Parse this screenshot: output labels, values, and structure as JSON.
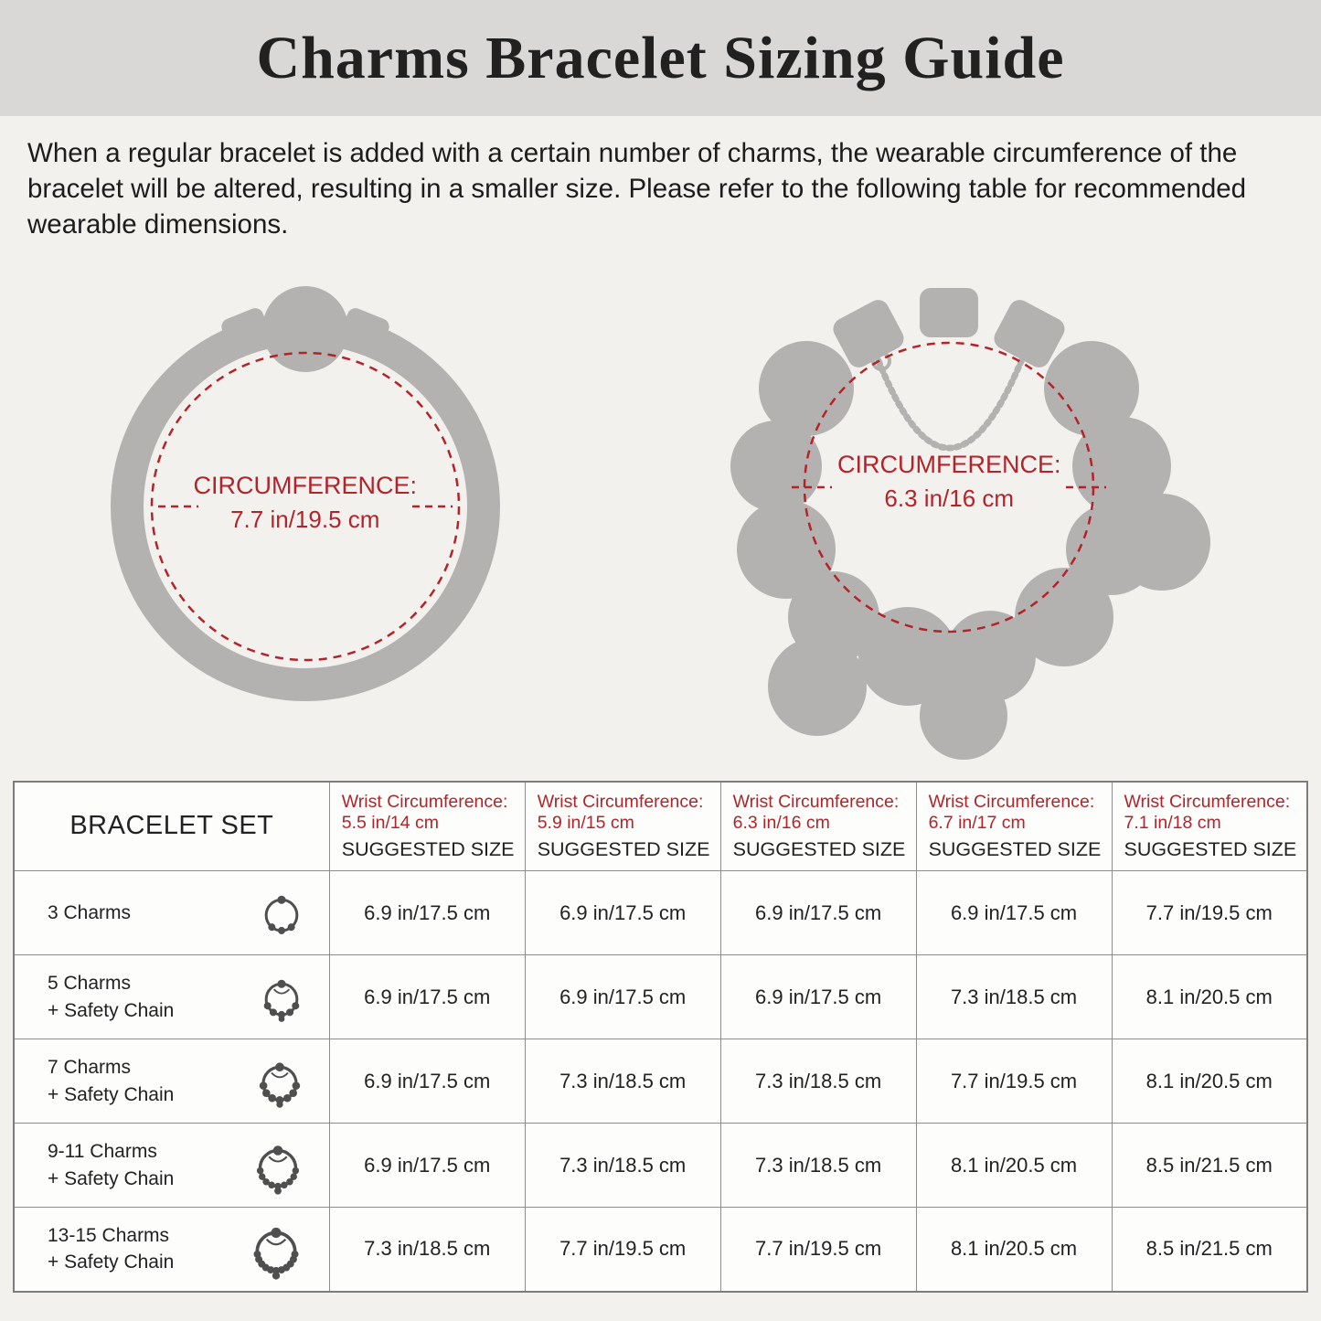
{
  "banner": {
    "title": "Charms Bracelet Sizing Guide"
  },
  "intro": {
    "text": "When a regular bracelet is added with a certain number of charms, the wearable circumference of the bracelet will be altered, resulting in a smaller size. Please refer to the following table for recommended wearable dimensions."
  },
  "diagrams": {
    "plain": {
      "label": "CIRCUMFERENCE:",
      "value": "7.7 in/19.5 cm"
    },
    "charm": {
      "label": "CIRCUMFERENCE:",
      "value": "6.3 in/16 cm"
    }
  },
  "table": {
    "set_header": "BRACELET SET",
    "suggested_label": "SUGGESTED SIZE",
    "columns": [
      {
        "wrist_line1": "Wrist Circumference:",
        "wrist_line2": "5.5 in/14 cm"
      },
      {
        "wrist_line1": "Wrist Circumference:",
        "wrist_line2": "5.9 in/15 cm"
      },
      {
        "wrist_line1": "Wrist Circumference:",
        "wrist_line2": "6.3 in/16 cm"
      },
      {
        "wrist_line1": "Wrist Circumference:",
        "wrist_line2": "6.7 in/17 cm"
      },
      {
        "wrist_line1": "Wrist Circumference:",
        "wrist_line2": "7.1 in/18 cm"
      }
    ],
    "rows": [
      {
        "label_line1": "3 Charms",
        "label_line2": "",
        "icon": "bracelet-3-charms-icon",
        "icon_dots": 3,
        "icon_chain": false,
        "sizes": [
          "6.9 in/17.5 cm",
          "6.9 in/17.5 cm",
          "6.9 in/17.5 cm",
          "6.9 in/17.5 cm",
          "7.7 in/19.5 cm"
        ]
      },
      {
        "label_line1": "5 Charms",
        "label_line2": "+ Safety Chain",
        "icon": "bracelet-5-charms-safety-chain-icon",
        "icon_dots": 5,
        "icon_chain": true,
        "sizes": [
          "6.9 in/17.5 cm",
          "6.9 in/17.5 cm",
          "6.9 in/17.5 cm",
          "7.3 in/18.5 cm",
          "8.1 in/20.5 cm"
        ]
      },
      {
        "label_line1": "7 Charms",
        "label_line2": "+ Safety Chain",
        "icon": "bracelet-7-charms-safety-chain-icon",
        "icon_dots": 7,
        "icon_chain": true,
        "sizes": [
          "6.9 in/17.5 cm",
          "7.3 in/18.5 cm",
          "7.3 in/18.5 cm",
          "7.7 in/19.5 cm",
          "8.1 in/20.5 cm"
        ]
      },
      {
        "label_line1": "9-11 Charms",
        "label_line2": "+ Safety Chain",
        "icon": "bracelet-9-11-charms-safety-chain-icon",
        "icon_dots": 9,
        "icon_chain": true,
        "sizes": [
          "6.9 in/17.5 cm",
          "7.3 in/18.5 cm",
          "7.3 in/18.5 cm",
          "8.1 in/20.5 cm",
          "8.5 in/21.5 cm"
        ]
      },
      {
        "label_line1": "13-15 Charms",
        "label_line2": "+ Safety Chain",
        "icon": "bracelet-13-15-charms-safety-chain-icon",
        "icon_dots": 11,
        "icon_chain": true,
        "sizes": [
          "7.3 in/18.5 cm",
          "7.7 in/19.5 cm",
          "7.7 in/19.5 cm",
          "8.1 in/20.5 cm",
          "8.5 in/21.5 cm"
        ]
      }
    ]
  },
  "colors": {
    "accent_red": "#b3232a",
    "illustration_gray": "#b4b2b0"
  }
}
